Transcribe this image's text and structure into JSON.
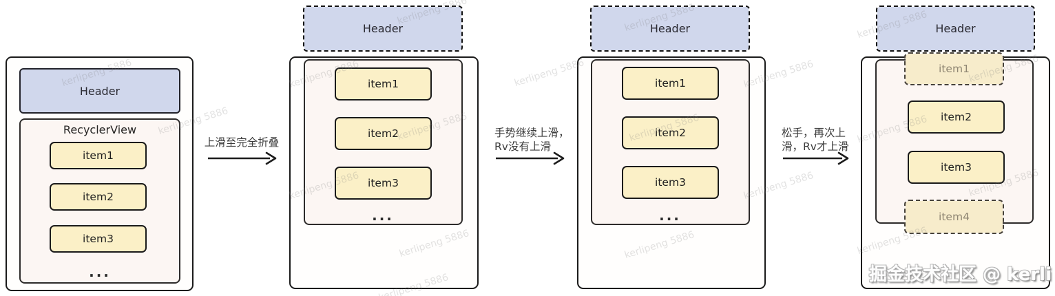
{
  "colors": {
    "header_fill": "#d0d7ec",
    "item_fill": "#fbf0c7",
    "ghost_item_fill": "#f7eccb",
    "list_fill": "#fcf6f3",
    "frame_fill": "#fffefd",
    "border_dark": "#1a1a1a",
    "ghost_text": "#8f8673",
    "label_text": "#3c3c3c"
  },
  "watermark": {
    "text": "kerlipeng 5886"
  },
  "footer_watermark": {
    "text": "掘金技术社区 @ kerli"
  },
  "panels": [
    {
      "name": "initial-state",
      "header_label": "Header",
      "list_label": "RecyclerView",
      "items": [
        {
          "label": "item1"
        },
        {
          "label": "item2"
        },
        {
          "label": "item3"
        }
      ],
      "ellipsis": "..."
    },
    {
      "name": "header-collapsed-state",
      "header_label": "Header",
      "items": [
        {
          "label": "item1"
        },
        {
          "label": "item2"
        },
        {
          "label": "item3"
        }
      ],
      "ellipsis": "..."
    },
    {
      "name": "continue-swipe-state",
      "header_label": "Header",
      "items": [
        {
          "label": "item1"
        },
        {
          "label": "item2"
        },
        {
          "label": "item3"
        }
      ],
      "ellipsis": "..."
    },
    {
      "name": "release-and-swipe-state",
      "header_label": "Header",
      "items": [
        {
          "label": "item1"
        },
        {
          "label": "item2"
        },
        {
          "label": "item3"
        },
        {
          "label": "item4"
        }
      ]
    }
  ],
  "arrows": [
    {
      "lines": [
        "上滑至完全折叠"
      ]
    },
    {
      "lines": [
        "手势继续上滑，",
        "Rv没有上滑"
      ]
    },
    {
      "lines": [
        "松手，再次上",
        "滑，Rv才上滑"
      ]
    }
  ]
}
